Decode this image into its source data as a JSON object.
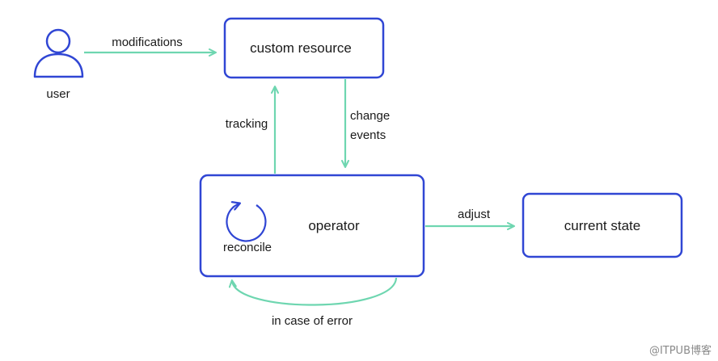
{
  "nodes": {
    "user": {
      "label": "user"
    },
    "custom_resource": {
      "label": "custom resource"
    },
    "operator": {
      "label": "operator",
      "sublabel": "reconcile"
    },
    "current_state": {
      "label": "current state"
    }
  },
  "edges": {
    "modifications": {
      "label": "modifications"
    },
    "tracking": {
      "label": "tracking"
    },
    "change_events": {
      "line1": "change",
      "line2": "events"
    },
    "adjust": {
      "label": "adjust"
    },
    "error_loop": {
      "label": "in case of error"
    }
  },
  "watermark": "@ITPUB博客",
  "colors": {
    "box_stroke": "#3046d4",
    "arrow": "#6ed6b0"
  }
}
